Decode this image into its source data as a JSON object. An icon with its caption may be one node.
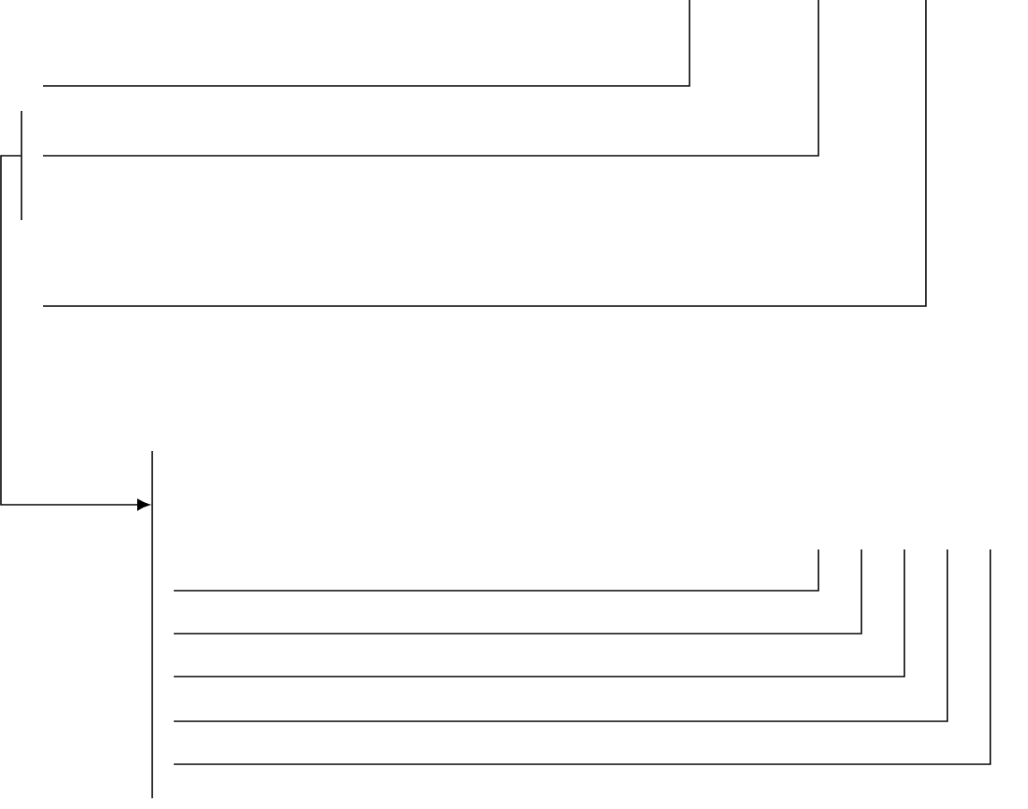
{
  "diagram": {
    "nodes": [
      {
        "text": [],
        "shape": "bar"
      },
      {
        "text": [],
        "shape": "bar"
      }
    ],
    "edges": [
      {
        "from": 0,
        "to": 1,
        "arrow": "to"
      }
    ]
  }
}
